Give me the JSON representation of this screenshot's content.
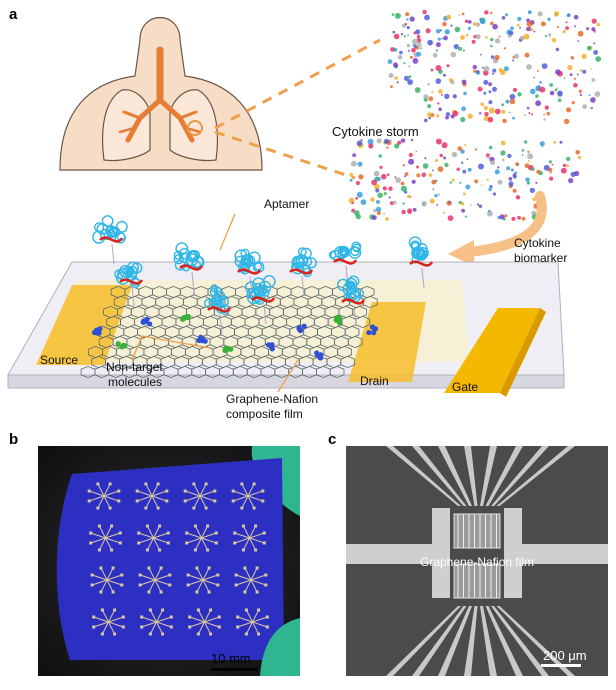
{
  "panels": {
    "a": {
      "letter": "a",
      "labels": {
        "cytokine_storm": "Cytokine storm",
        "aptamer": "Aptamer",
        "cytokine_biomarker_line1": "Cytokine",
        "cytokine_biomarker_line2": "biomarker",
        "source": "Source",
        "drain": "Drain",
        "gate": "Gate",
        "non_target_line1": "Non-target",
        "non_target_line2": "molecules",
        "graphene_line1": "Graphene-Nafion",
        "graphene_line2": "composite film"
      }
    },
    "b": {
      "letter": "b",
      "scalebar": "10 mm"
    },
    "c": {
      "letter": "c",
      "film_label": "Graphene-Nafion film",
      "scalebar": "200 μm"
    }
  },
  "colors": {
    "skin": "#f7dcc6",
    "lung_fill": "#fbe7d8",
    "trachea": "#e57d35",
    "dashes": "#f0a04a",
    "arrow": "#f6c087",
    "electrode": "#f7bd2a",
    "gate": "#f5b800",
    "substrate": "#eeeef4",
    "film": "#f5efd4",
    "protein": "#2fb6e8",
    "wafer_blue": "#2d2fc2",
    "glove_green": "#2fb690",
    "sem_bg": "#4a4a4a"
  }
}
